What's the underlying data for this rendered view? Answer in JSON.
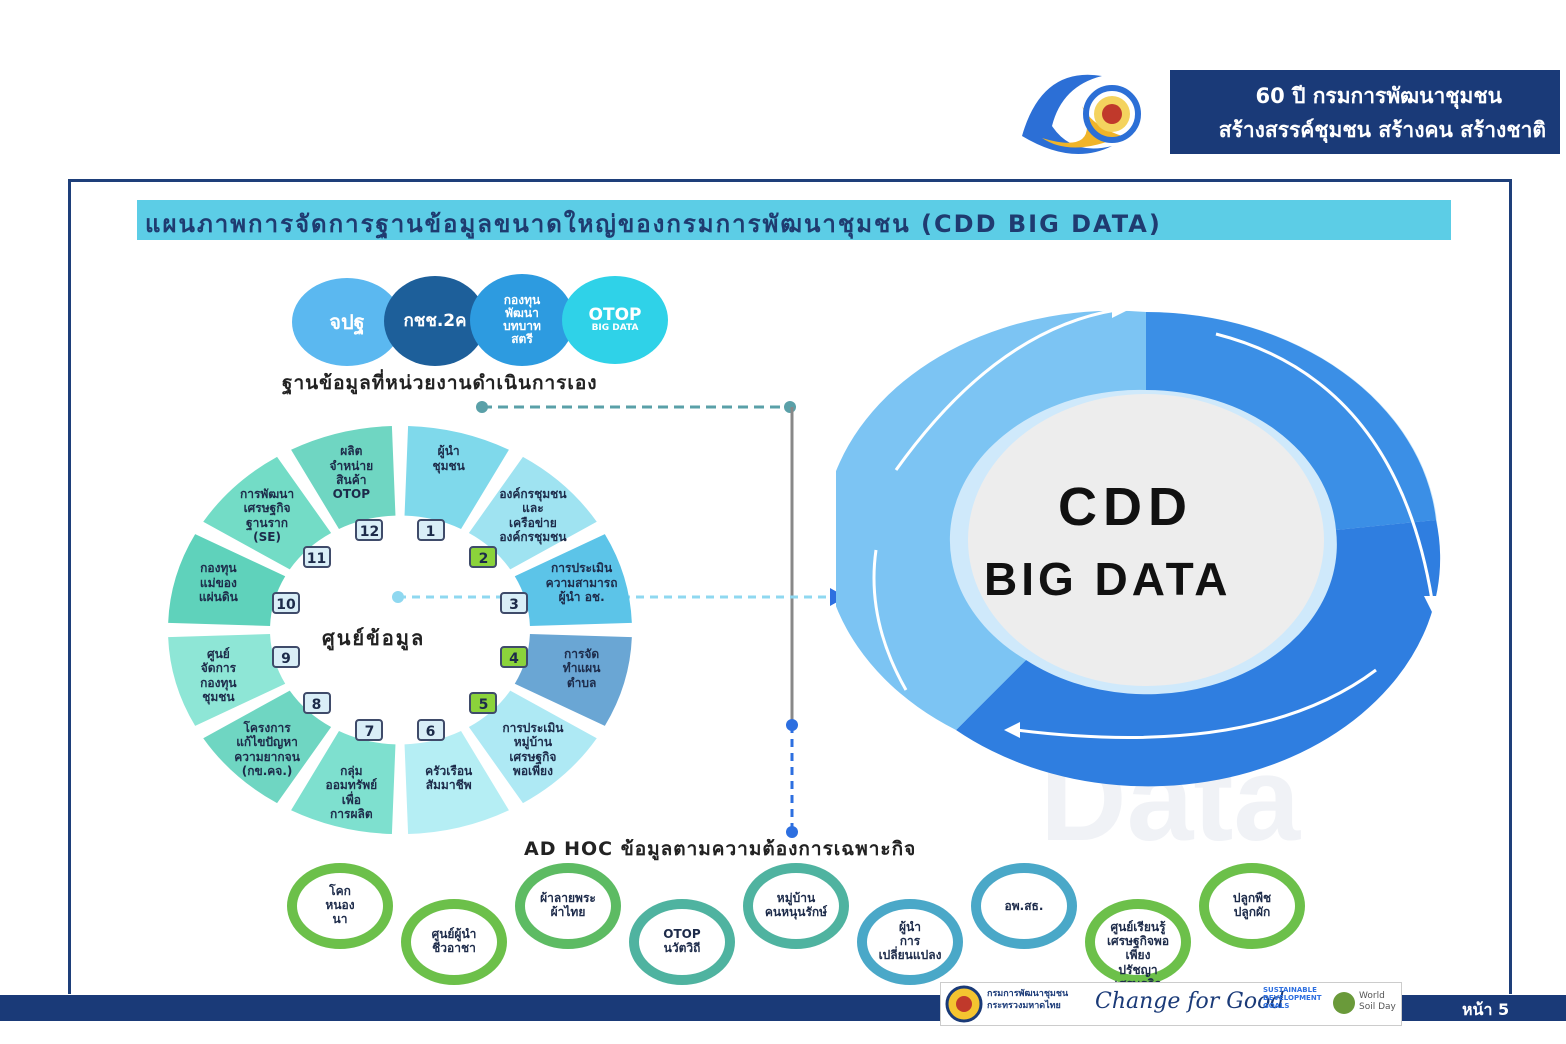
{
  "header": {
    "line1": "60 ปี กรมการพัฒนาชุมชน",
    "line2": "สร้างสรรค์ชุมชน สร้างคน สร้างชาติ"
  },
  "title": "แผนภาพการจัดการฐานข้อมูลขนาดใหญ่ของกรมการพัฒนาชุมชน (CDD BIG DATA)",
  "agency_db": {
    "circles": [
      "จปฐ",
      "กชช.2ค",
      "กองทุน\nพัฒนา\nบทบาท\nสตรี",
      "OTOP"
    ],
    "otop_sub": "BIG DATA",
    "caption": "ฐานข้อมูลที่หน่วยงานดำเนินการเอง"
  },
  "wheel": {
    "center": "ศูนย์ข้อมูล",
    "segments": [
      {
        "num": "1",
        "label": "ผู้นำ\nชุมชน"
      },
      {
        "num": "2",
        "label": "องค์กรชุมชน\nและ\nเครือข่าย\nองค์กรชุมชน"
      },
      {
        "num": "3",
        "label": "การประเมิน\nความสามารถ\nผู้นำ อช."
      },
      {
        "num": "4",
        "label": "การจัด\nทำแผน\nตำบล"
      },
      {
        "num": "5",
        "label": "การประเมิน\nหมู่บ้าน\nเศรษฐกิจ\nพอเพียง"
      },
      {
        "num": "6",
        "label": "ครัวเรือน\nสัมมาชีพ"
      },
      {
        "num": "7",
        "label": "กลุ่ม\nออมทรัพย์\nเพื่อ\nการผลิต"
      },
      {
        "num": "8",
        "label": "โครงการ\nแก้ไขปัญหา\nความยากจน\n(กข.คจ.)"
      },
      {
        "num": "9",
        "label": "ศูนย์\nจัดการ\nกองทุน\nชุมชน"
      },
      {
        "num": "10",
        "label": "กองทุน\nแม่ของ\nแผ่นดิน"
      },
      {
        "num": "11",
        "label": "การพัฒนา\nเศรษฐกิจ\nฐานราก\n(SE)"
      },
      {
        "num": "12",
        "label": "ผลิต\nจำหน่าย\nสินค้า\nOTOP"
      }
    ]
  },
  "big_data": {
    "line1": "CDD",
    "line2": "BIG DATA"
  },
  "adhoc": {
    "caption": "AD HOC ข้อมูลตามความต้องการเฉพาะกิจ",
    "items": [
      "โคก\nหนอง\nนา",
      "ศูนย์ผู้นำ\nชีวอาชา",
      "ผ้าลายพระ\nผ้าไทย",
      "OTOP\nนวัตวิถี",
      "หมู่บ้าน\nคนหนุนรักษ์",
      "ผู้นำ\nการ\nเปลี่ยนแปลง",
      "อพ.สธ.",
      "ศูนย์เรียนรู้\nเศรษฐกิจพอเพียง\nปรัชญาเศรษฐกิจ",
      "ปลูกพืช\nปลูกผัก"
    ]
  },
  "footer": {
    "org": "กรมการพัฒนาชุมชน\nกระทรวงมหาดไทย",
    "slogan": "Change for Good",
    "sdg": "SUSTAINABLE\nDEVELOPMENT\nGOALS",
    "soil": "World\nSoil Day",
    "page": "หน้า 5"
  },
  "colors": {
    "navy": "#1a3a78",
    "cyan": "#5ccde6",
    "ring": "#3f8fe6",
    "teal": "#5cd6c8"
  }
}
